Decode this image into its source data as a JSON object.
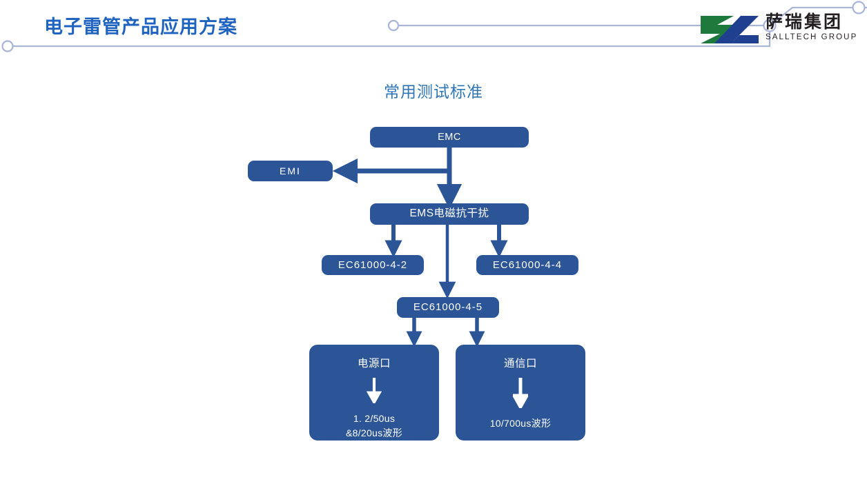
{
  "header": {
    "title": "电子雷管产品应用方案",
    "title_color": "#1f63c0",
    "decor_color": "#a8b4d8",
    "decor_nodes": [
      "circle-left",
      "circle-mid",
      "circle-right"
    ]
  },
  "logo": {
    "mark_name": "salltech-sz-logo-mark",
    "mark_green": "#1e7a3c",
    "mark_blue": "#1f3f8f",
    "name_cn": "萨瑞集团",
    "name_en": "SALLTECH GROUP"
  },
  "slide": {
    "title": "常用测试标准",
    "title_color": "#2e75b6",
    "node_color": "#2b5597",
    "node_text_color": "#ffffff",
    "arrow_color": "#2b5597"
  },
  "diagram": {
    "type": "flowchart",
    "nodes": [
      {
        "id": "emc",
        "label": "EMC"
      },
      {
        "id": "emi",
        "label": "EMI"
      },
      {
        "id": "ems",
        "label": "EMS电磁抗干扰"
      },
      {
        "id": "ec4-2",
        "label": "EC61000-4-2"
      },
      {
        "id": "ec4-4",
        "label": "EC61000-4-4"
      },
      {
        "id": "ec4-5",
        "label": "EC61000-4-5"
      },
      {
        "id": "power",
        "title": "电源口",
        "lines": [
          "1. 2/50us",
          "&8/20us波形"
        ]
      },
      {
        "id": "comm",
        "title": "通信口",
        "lines": [
          "10/700us波形"
        ]
      }
    ],
    "edges": [
      {
        "from": "emc",
        "to": "emi",
        "direction": "left"
      },
      {
        "from": "emc",
        "to": "ems",
        "direction": "down"
      },
      {
        "from": "ems",
        "to": "ec4-2",
        "direction": "down"
      },
      {
        "from": "ems",
        "to": "ec4-4",
        "direction": "down"
      },
      {
        "from": "ems",
        "to": "ec4-5",
        "direction": "down"
      },
      {
        "from": "ec4-5",
        "to": "power",
        "direction": "down"
      },
      {
        "from": "ec4-5",
        "to": "comm",
        "direction": "down"
      }
    ]
  }
}
